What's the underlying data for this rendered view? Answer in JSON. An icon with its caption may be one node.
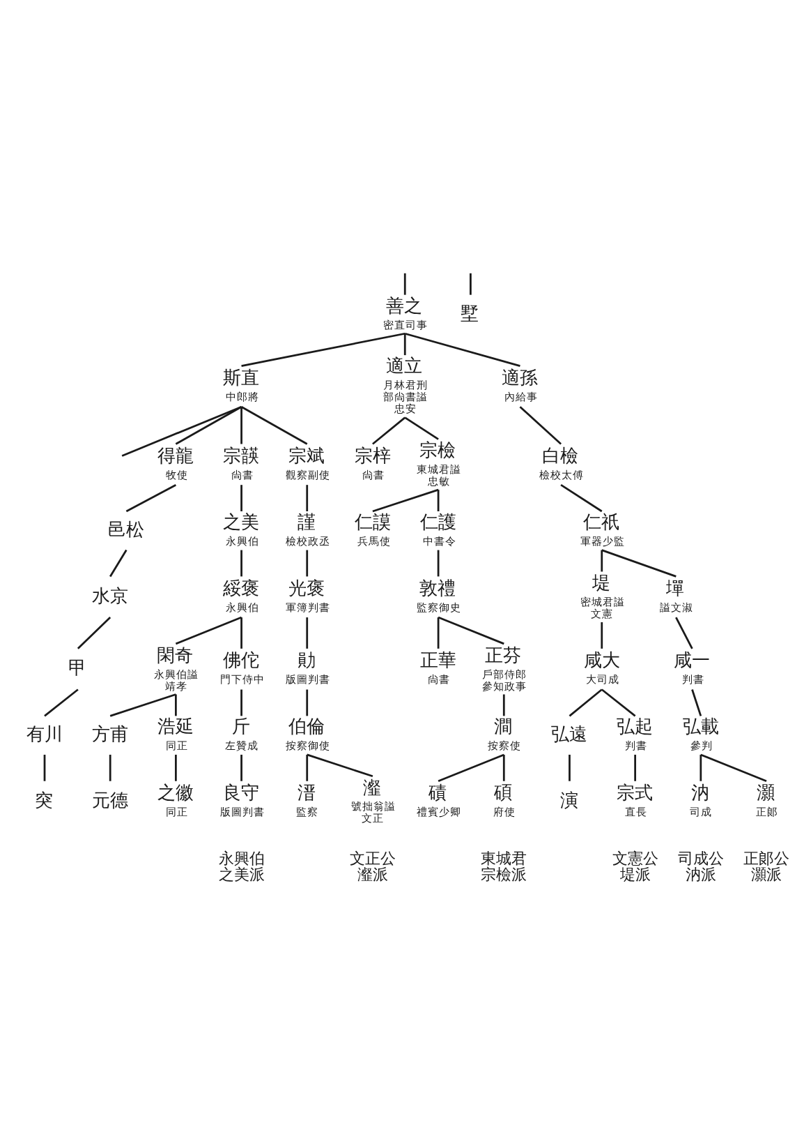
{
  "diagram": {
    "nodes": [
      {
        "text": [
          "善之"
        ],
        "beside": [
          "密直司事"
        ]
      },
      {
        "text": [
          "適孫"
        ],
        "beside": [
          "內給事"
        ]
      },
      {
        "text": [
          "白檢"
        ],
        "beside": [
          "檢校太傅"
        ]
      },
      {
        "text": [
          "仁祇"
        ],
        "beside": [
          "軍器少監"
        ]
      },
      {
        "text": [
          "墠"
        ],
        "beside": [
          "謚文淑"
        ]
      },
      {
        "text": [
          "咸一"
        ],
        "beside": [
          "判書"
        ]
      },
      {
        "text": [
          "弘載"
        ],
        "beside": [
          "參判"
        ]
      },
      {
        "text": [
          "灝"
        ],
        "beside": [
          "正郞"
        ]
      },
      {
        "text": [
          "汭"
        ],
        "beside": [
          "司成"
        ]
      },
      {
        "text": [
          "堤"
        ],
        "beside": [
          "密城君謚文憲"
        ]
      },
      {
        "text": [
          "咸大"
        ],
        "beside": [
          "大司成"
        ]
      },
      {
        "text": [
          "弘起"
        ],
        "beside": [
          "判書"
        ]
      },
      {
        "text": [
          "宗式"
        ],
        "beside": [
          "直長"
        ]
      },
      {
        "text": [
          "弘遠"
        ]
      },
      {
        "text": [
          "演"
        ]
      },
      {
        "text": [
          "墅"
        ]
      },
      {
        "text": [
          "適立"
        ],
        "beside": [
          "月林君刑部尙書謚忠安"
        ]
      },
      {
        "text": [
          "宗檢"
        ],
        "beside": [
          "東城君謚忠敏"
        ]
      },
      {
        "text": [
          "仁護"
        ],
        "beside": [
          "中書令"
        ]
      },
      {
        "text": [
          "敦禮"
        ],
        "beside": [
          "監察御史"
        ]
      },
      {
        "text": [
          "正芬"
        ],
        "beside": [
          "戶部侍郎參知政事"
        ]
      },
      {
        "text": [
          "澗"
        ],
        "beside": [
          "按察使"
        ]
      },
      {
        "text": [
          "碩"
        ],
        "beside": [
          "府使"
        ]
      },
      {
        "text": [
          "磧"
        ],
        "beside": [
          "禮賓少卿"
        ]
      },
      {
        "text": [
          "宗梓"
        ],
        "beside": [
          "尙書"
        ]
      },
      {
        "text": [
          "仁謨"
        ],
        "beside": [
          "兵馬使"
        ]
      },
      {
        "text": [
          "正華"
        ],
        "beside": [
          "尙書"
        ]
      },
      {
        "text": [
          "斯直"
        ],
        "beside": [
          "中郎將"
        ]
      },
      {
        "text": [
          "宗斌"
        ],
        "beside": [
          "觀察副使"
        ]
      },
      {
        "text": [
          "謹"
        ],
        "beside": [
          "檢校政丞"
        ]
      },
      {
        "text": [
          "光褒"
        ],
        "beside": [
          "軍簿判書"
        ]
      },
      {
        "text": [
          "勛"
        ],
        "beside": [
          "版圖判書"
        ]
      },
      {
        "text": [
          "伯倫"
        ],
        "beside": [
          "按察御使"
        ]
      },
      {
        "text": [
          "瀣"
        ],
        "beside": [
          "號拙翁謚文正"
        ]
      },
      {
        "text": [
          "溍"
        ],
        "beside": [
          "監察"
        ]
      },
      {
        "text": [
          "宗韺"
        ],
        "beside": [
          "尙書"
        ]
      },
      {
        "text": [
          "之美"
        ],
        "beside": [
          "永興伯"
        ]
      },
      {
        "text": [
          "綏褒"
        ],
        "beside": [
          "永興伯"
        ]
      },
      {
        "text": [
          "佛佗"
        ],
        "beside": [
          "門下侍中"
        ]
      },
      {
        "text": [
          "斤"
        ],
        "beside": [
          "左贊成"
        ]
      },
      {
        "text": [
          "良守"
        ],
        "beside": [
          "版圖判書"
        ]
      },
      {
        "text": [
          "閑奇"
        ],
        "beside": [
          "永興伯謚靖孝"
        ]
      },
      {
        "text": [
          "浩延"
        ],
        "beside": [
          "同正"
        ]
      },
      {
        "text": [
          "之徽"
        ],
        "beside": [
          "同正"
        ]
      },
      {
        "text": [
          "方甫"
        ]
      },
      {
        "text": [
          "元德"
        ]
      },
      {
        "text": [
          "得龍"
        ],
        "beside": [
          "牧使"
        ]
      },
      {
        "text": [
          "邑松"
        ]
      },
      {
        "text": [
          "水京"
        ]
      },
      {
        "text": [
          "甲"
        ]
      },
      {
        "text": [
          "有川"
        ]
      },
      {
        "text": [
          "突"
        ]
      }
    ],
    "edges": [
      {
        "from": null,
        "to": 0,
        "arrow": "none"
      },
      {
        "from": 0,
        "to": 27,
        "arrow": "none"
      },
      {
        "from": 0,
        "to": 16,
        "arrow": "none"
      },
      {
        "from": 0,
        "to": 1,
        "arrow": "none"
      },
      {
        "from": 1,
        "to": 2,
        "arrow": "none"
      },
      {
        "from": 2,
        "to": 3,
        "arrow": "none"
      },
      {
        "from": 3,
        "to": 9,
        "arrow": "none"
      },
      {
        "from": 3,
        "to": 4,
        "arrow": "none"
      },
      {
        "from": 4,
        "to": 5,
        "arrow": "none"
      },
      {
        "from": 5,
        "to": 6,
        "arrow": "none"
      },
      {
        "from": 6,
        "to": 8,
        "arrow": "none"
      },
      {
        "from": 6,
        "to": 7,
        "arrow": "none"
      },
      {
        "from": 9,
        "to": 10,
        "arrow": "none"
      },
      {
        "from": 10,
        "to": 13,
        "arrow": "none"
      },
      {
        "from": 10,
        "to": 11,
        "arrow": "none"
      },
      {
        "from": 11,
        "to": 12,
        "arrow": "none"
      },
      {
        "from": 13,
        "to": 14,
        "arrow": "none"
      },
      {
        "from": null,
        "to": 15,
        "arrow": "none"
      },
      {
        "from": 16,
        "to": 24,
        "arrow": "none"
      },
      {
        "from": 16,
        "to": 17,
        "arrow": "none"
      },
      {
        "from": 17,
        "to": 25,
        "arrow": "none"
      },
      {
        "from": 17,
        "to": 18,
        "arrow": "none"
      },
      {
        "from": 18,
        "to": 19,
        "arrow": "none"
      },
      {
        "from": 19,
        "to": 26,
        "arrow": "none"
      },
      {
        "from": 19,
        "to": 20,
        "arrow": "none"
      },
      {
        "from": 20,
        "to": 21,
        "arrow": "none"
      },
      {
        "from": 21,
        "to": 23,
        "arrow": "none"
      },
      {
        "from": 21,
        "to": 22,
        "arrow": "none"
      },
      {
        "from": 27,
        "to": null,
        "arrow": "none"
      },
      {
        "from": 27,
        "to": 46,
        "arrow": "none"
      },
      {
        "from": 27,
        "to": 35,
        "arrow": "none"
      },
      {
        "from": 27,
        "to": 28,
        "arrow": "none"
      },
      {
        "from": 28,
        "to": 29,
        "arrow": "none"
      },
      {
        "from": 29,
        "to": 30,
        "arrow": "none"
      },
      {
        "from": 30,
        "to": 31,
        "arrow": "none"
      },
      {
        "from": 31,
        "to": 32,
        "arrow": "none"
      },
      {
        "from": 32,
        "to": 34,
        "arrow": "none"
      },
      {
        "from": 32,
        "to": 33,
        "arrow": "none"
      },
      {
        "from": 35,
        "to": 36,
        "arrow": "none"
      },
      {
        "from": 36,
        "to": 37,
        "arrow": "none"
      },
      {
        "from": 37,
        "to": 41,
        "arrow": "none"
      },
      {
        "from": 37,
        "to": 38,
        "arrow": "none"
      },
      {
        "from": 38,
        "to": 39,
        "arrow": "none"
      },
      {
        "from": 39,
        "to": 40,
        "arrow": "none"
      },
      {
        "from": 41,
        "to": 44,
        "arrow": "none"
      },
      {
        "from": 41,
        "to": 42,
        "arrow": "none"
      },
      {
        "from": 42,
        "to": 43,
        "arrow": "none"
      },
      {
        "from": 44,
        "to": 45,
        "arrow": "none"
      },
      {
        "from": 46,
        "to": 47,
        "arrow": "none"
      },
      {
        "from": 47,
        "to": 48,
        "arrow": "none"
      },
      {
        "from": 48,
        "to": 49,
        "arrow": "none"
      },
      {
        "from": 49,
        "to": 50,
        "arrow": "none"
      },
      {
        "from": 50,
        "to": 51,
        "arrow": "none"
      }
    ],
    "labels": [
      "正郞公灝派",
      "司成公汭派",
      "文憲公堤派",
      "東城君宗檢派",
      "文正公瀣派",
      "永興伯之美派"
    ]
  }
}
